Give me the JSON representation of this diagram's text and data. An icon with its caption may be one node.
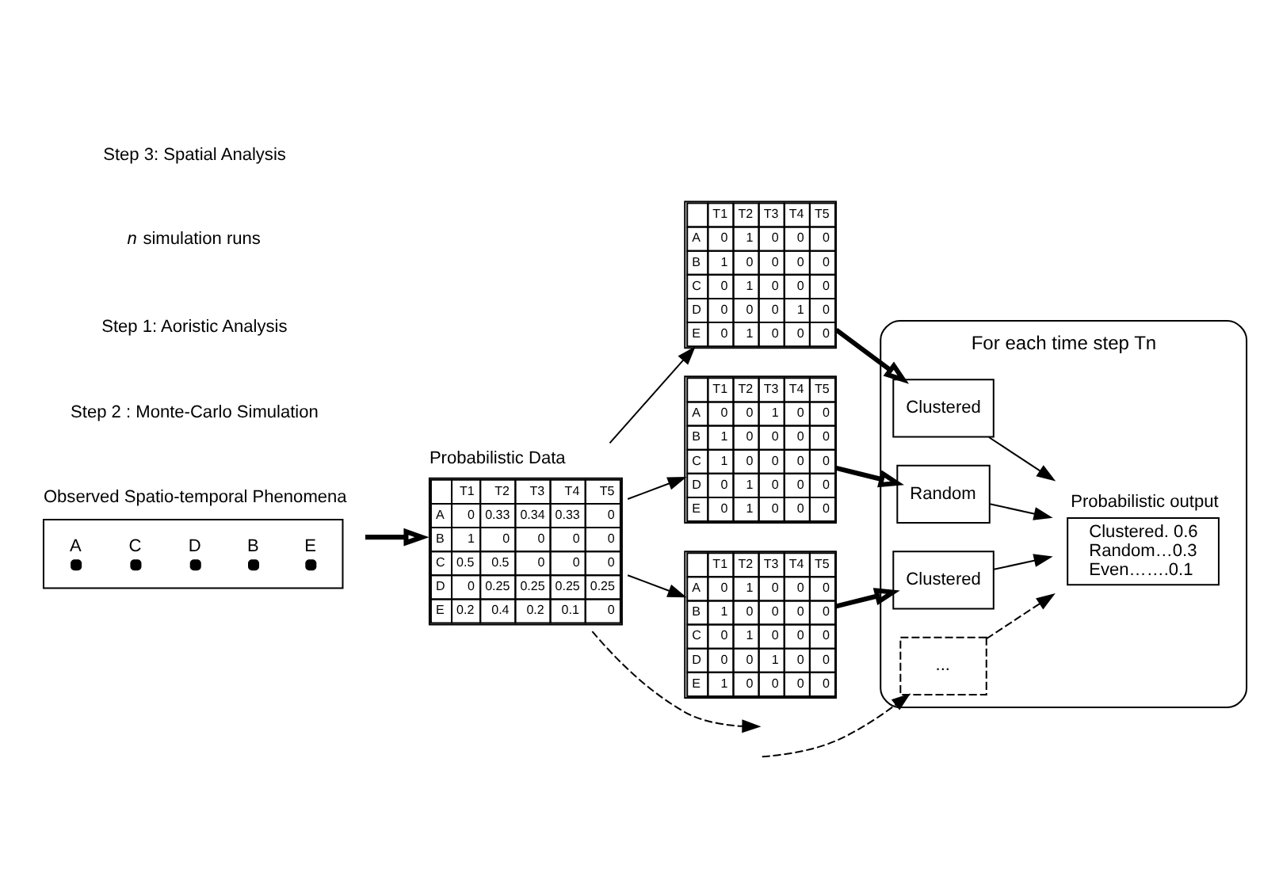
{
  "diagram": {
    "nodes": [
      {
        "text": [
          "Observed Spatio-temporal Phenomena",
          "A",
          "C",
          "D",
          "B",
          "E"
        ]
      },
      {
        "text": [
          "Probabilistic Data",
          "T1",
          "T2",
          "T3",
          "T4",
          "T5",
          "A",
          "0",
          "0.33",
          "0.34",
          "0.33",
          "0",
          "B",
          "1",
          "0",
          "0",
          "0",
          "0",
          "C",
          "0.5",
          "0.5",
          "0",
          "0",
          "0",
          "D",
          "0",
          "0.25",
          "0.25",
          "0.25",
          "0.25",
          "E",
          "0.2",
          "0.4",
          "0.2",
          "0.1",
          "0"
        ]
      },
      {
        "text": [
          "T1",
          "T2",
          "T3",
          "T4",
          "T5",
          "A",
          "0",
          "1",
          "0",
          "0",
          "0",
          "B",
          "1",
          "0",
          "0",
          "0",
          "0",
          "C",
          "0",
          "1",
          "0",
          "0",
          "0",
          "D",
          "0",
          "0",
          "0",
          "1",
          "0",
          "E",
          "0",
          "1",
          "0",
          "0",
          "0"
        ]
      },
      {
        "text": [
          "T1",
          "T2",
          "T3",
          "T4",
          "T5",
          "A",
          "0",
          "0",
          "1",
          "0",
          "0",
          "B",
          "1",
          "0",
          "0",
          "0",
          "0",
          "C",
          "1",
          "0",
          "0",
          "0",
          "0",
          "D",
          "0",
          "1",
          "0",
          "0",
          "0",
          "E",
          "0",
          "1",
          "0",
          "0",
          "0"
        ]
      },
      {
        "text": [
          "T1",
          "T2",
          "T3",
          "T4",
          "T5",
          "A",
          "0",
          "1",
          "0",
          "0",
          "0",
          "B",
          "1",
          "0",
          "0",
          "0",
          "0",
          "C",
          "0",
          "1",
          "0",
          "0",
          "0",
          "D",
          "0",
          "0",
          "1",
          "0",
          "0",
          "E",
          "1",
          "0",
          "0",
          "0",
          "0"
        ]
      },
      {
        "text": [
          "For each time step Tn"
        ]
      },
      {
        "text": [
          "Clustered"
        ],
        "in": 5
      },
      {
        "text": [
          "Random"
        ],
        "in": 5
      },
      {
        "text": [
          "Clustered"
        ],
        "in": 5
      },
      {
        "text": [
          "..."
        ],
        "in": 5
      },
      {
        "text": [
          "Probabilistic output",
          "Clustered. 0.6",
          "Random…0.3",
          "Even…….0.1"
        ],
        "in": 5
      }
    ],
    "edges": [
      {
        "from": 0,
        "to": 1,
        "arrow": "to",
        "style": "thick"
      },
      {
        "from": 1,
        "to": 2,
        "arrow": "to"
      },
      {
        "from": 1,
        "to": 3,
        "arrow": "to"
      },
      {
        "from": 1,
        "to": 4,
        "arrow": "to"
      },
      {
        "from": 1,
        "to": null,
        "arrow": "to",
        "style": "dashed"
      },
      {
        "from": 2,
        "to": 6,
        "arrow": "to",
        "style": "thick"
      },
      {
        "from": 3,
        "to": 7,
        "arrow": "to",
        "style": "thick"
      },
      {
        "from": 4,
        "to": 8,
        "arrow": "to",
        "style": "thick"
      },
      {
        "from": null,
        "to": 9,
        "arrow": "to",
        "style": "dashed"
      },
      {
        "from": 6,
        "to": 10,
        "arrow": "to"
      },
      {
        "from": 7,
        "to": 10,
        "arrow": "to"
      },
      {
        "from": 8,
        "to": 10,
        "arrow": "to"
      },
      {
        "from": 9,
        "to": 10,
        "arrow": "to",
        "style": "dashed"
      }
    ],
    "labels": [
      "Step 2 : Monte-Carlo Simulation",
      "Step 1: Aoristic Analysis",
      "*n* simulation runs",
      "Step 3: Spatial Analysis"
    ]
  }
}
